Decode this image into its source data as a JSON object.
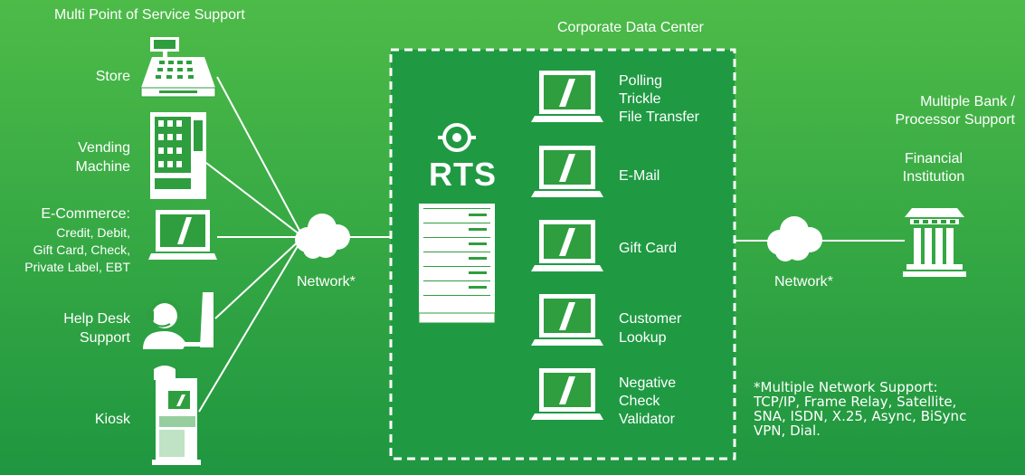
{
  "colors": {
    "bg_light": "#4dbb48",
    "bg_dark": "#1f9640",
    "datacenter": "#1f9a43",
    "white": "#ffffff",
    "device_green": "#2f9e3f"
  },
  "title_left": "Multi Point of Service Support",
  "endpoints": [
    {
      "id": "store",
      "label": "Store",
      "icon": "pos-terminal-icon"
    },
    {
      "id": "vending",
      "label": "Vending\nMachine",
      "icon": "vending-machine-icon"
    },
    {
      "id": "ecommerce",
      "label": "E-Commerce:",
      "sublabel": "Credit, Debit,\nGift Card, Check,\nPrivate Label, EBT",
      "icon": "laptop-icon"
    },
    {
      "id": "helpdesk",
      "label": "Help Desk\nSupport",
      "icon": "headset-agent-icon"
    },
    {
      "id": "kiosk",
      "label": "Kiosk",
      "icon": "kiosk-icon"
    }
  ],
  "network_left": "Network*",
  "datacenter": {
    "title": "Corporate Data Center",
    "brand": "RTS",
    "services": [
      {
        "id": "polling",
        "label": "Polling\nTrickle\nFile Transfer"
      },
      {
        "id": "email",
        "label": "E-Mail"
      },
      {
        "id": "giftcard",
        "label": "Gift Card"
      },
      {
        "id": "customer",
        "label": "Customer\nLookup"
      },
      {
        "id": "negative",
        "label": "Negative\nCheck\nValidator"
      }
    ]
  },
  "network_right": "Network*",
  "bank": {
    "heading": "Multiple Bank /\nProcessor Support",
    "label": "Financial\nInstitution",
    "icon": "bank-building-icon"
  },
  "footnote": "*Multiple Network Support:\nTCP/IP, Frame Relay, Satellite,\nSNA, ISDN, X.25, Async, BiSync\nVPN, Dial."
}
